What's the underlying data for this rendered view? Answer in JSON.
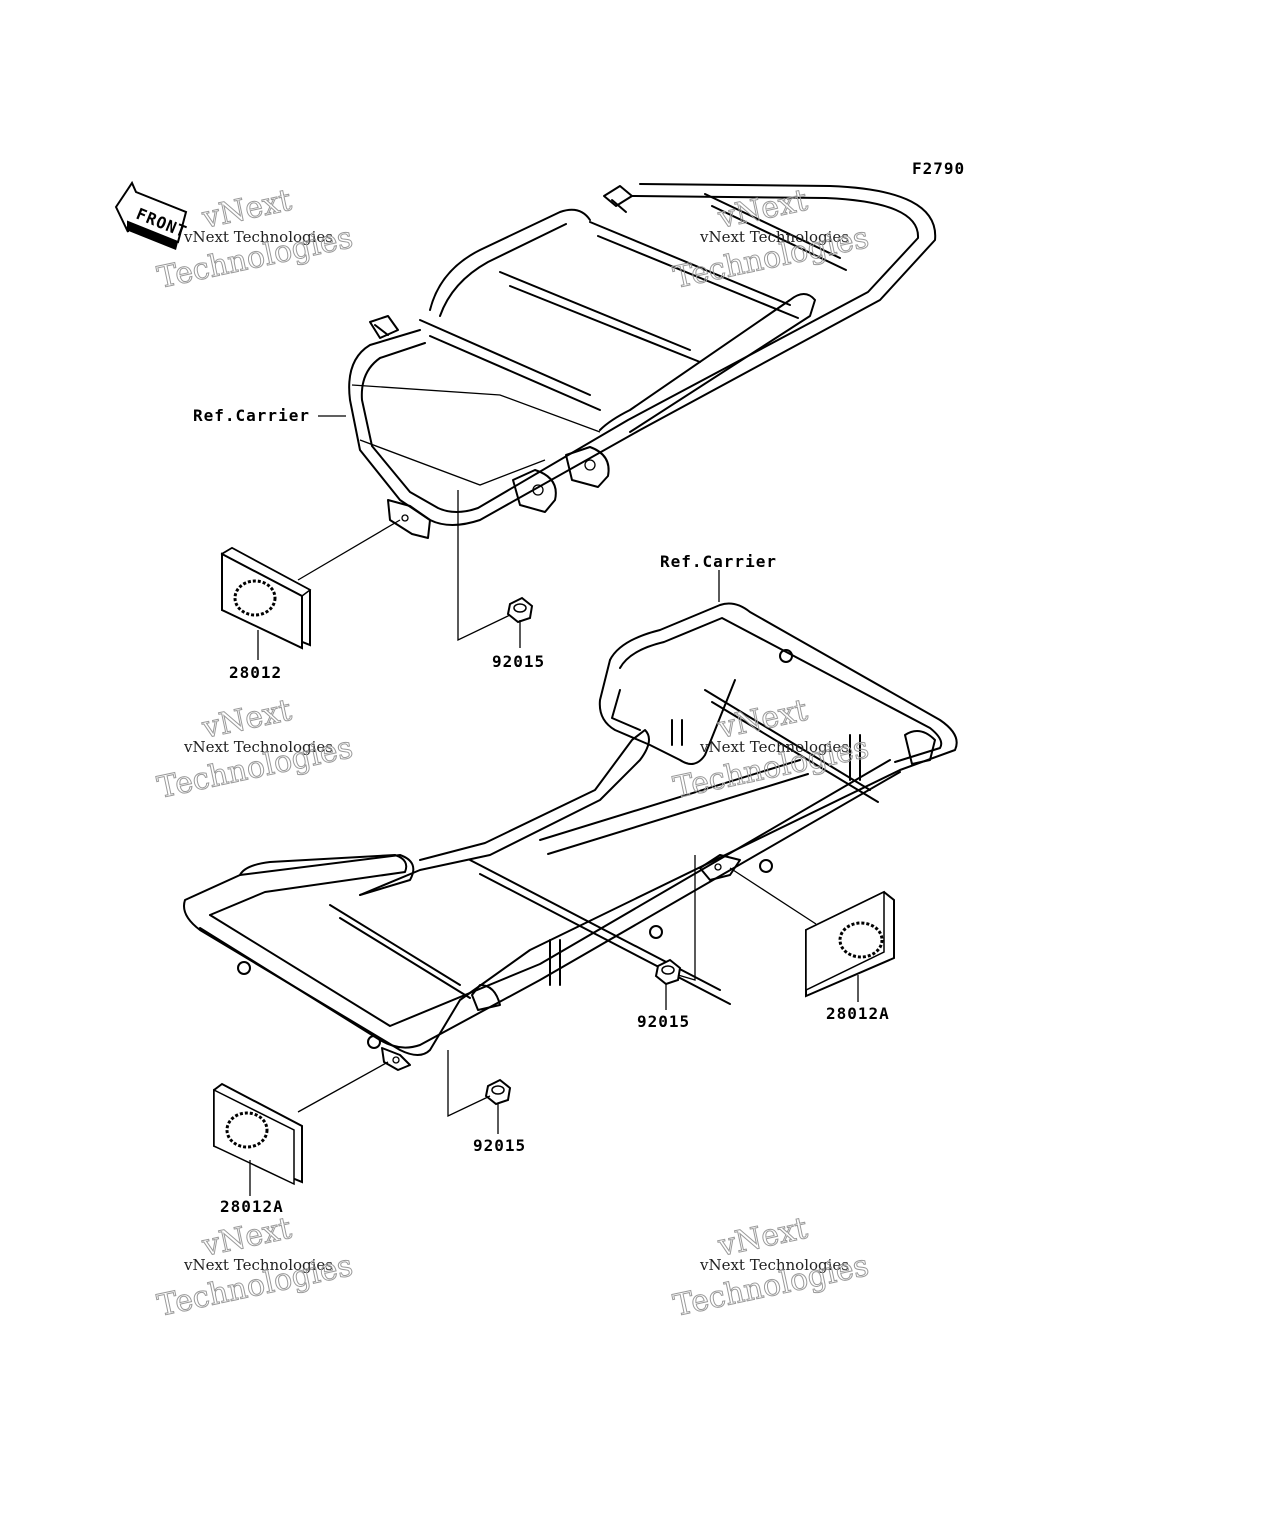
{
  "figure_code": "F2790",
  "front_arrow_text": "FRONT",
  "watermark": {
    "line1": "vNext Technologies",
    "line2": "vNext",
    "line3": "Technologies"
  },
  "callouts": {
    "ref_carrier_front": "Ref.Carrier",
    "ref_carrier_rear": "Ref.Carrier",
    "part_28012": "28012",
    "part_92015_upper": "92015",
    "part_92015_middle": "92015",
    "part_92015_lower": "92015",
    "part_28012A_right": "28012A",
    "part_28012A_left": "28012A"
  }
}
